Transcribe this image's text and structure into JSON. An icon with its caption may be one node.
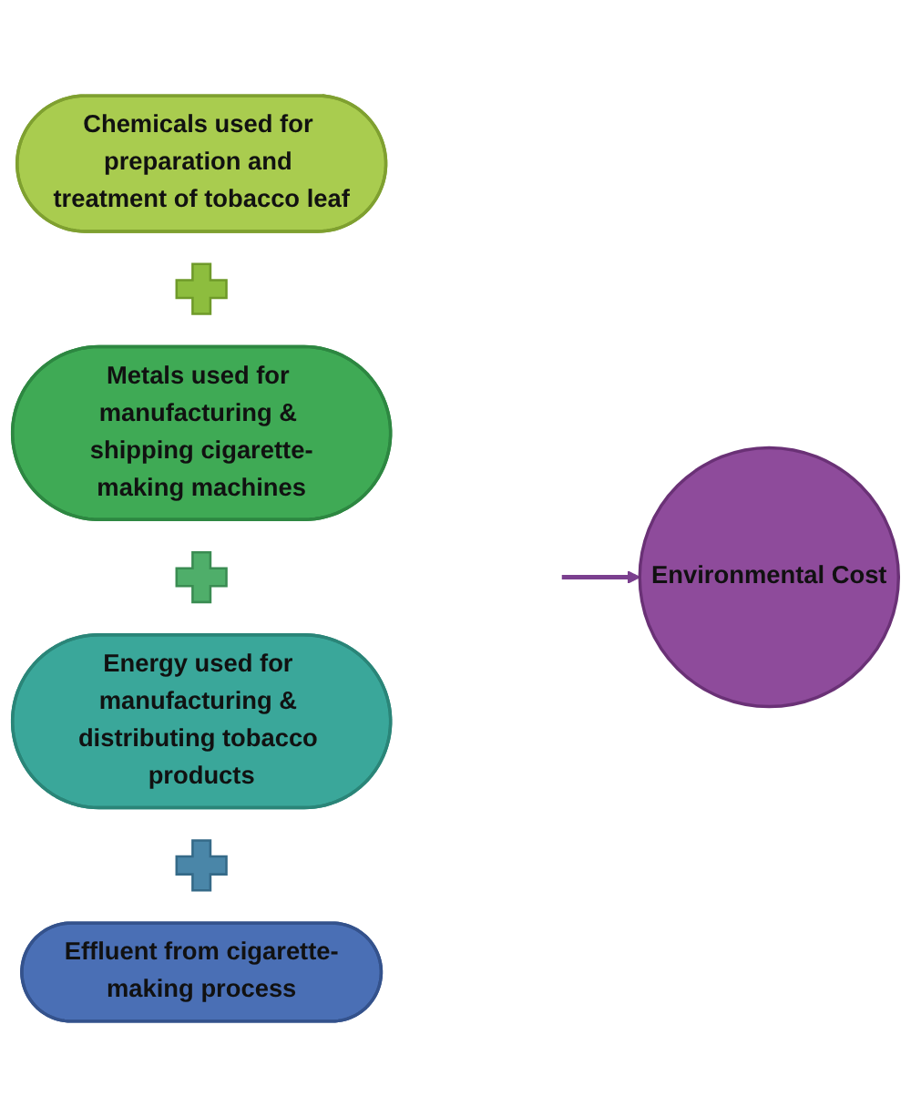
{
  "diagram": {
    "nodes": [
      {
        "text": [
          "Chemicals used for preparation and treatment of tobacco leaf"
        ]
      },
      {
        "text": [],
        "shape": "plus"
      },
      {
        "text": [
          "Metals used for manufacturing & shipping cigarette-making machines"
        ]
      },
      {
        "text": [],
        "shape": "plus"
      },
      {
        "text": [
          "Energy used for manufacturing & distributing tobacco products"
        ]
      },
      {
        "text": [],
        "shape": "plus"
      },
      {
        "text": [
          "Effluent from cigarette-making process"
        ]
      },
      {
        "text": [
          "Environmental Cost"
        ]
      }
    ],
    "edges": [
      {
        "from": null,
        "to": 7,
        "arrow": "to"
      }
    ]
  }
}
